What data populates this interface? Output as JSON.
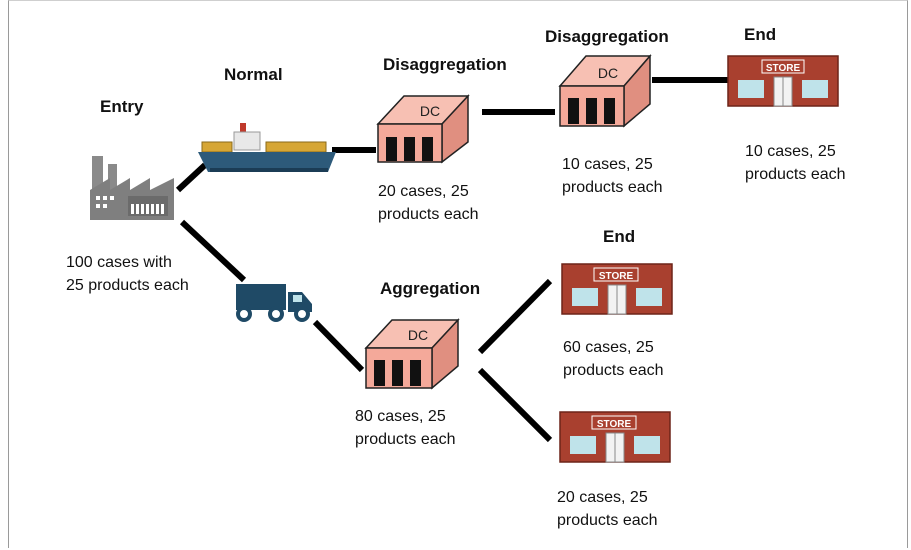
{
  "nodes": {
    "entry": {
      "label": "Entry",
      "note": [
        "100 cases with",
        "25 products each"
      ]
    },
    "ship": {
      "label": "Normal"
    },
    "dc_top_1": {
      "box_text": "DC",
      "label": "Disaggregation",
      "note": [
        "20 cases, 25",
        "products each"
      ]
    },
    "dc_top_2": {
      "box_text": "DC",
      "label": "Disaggregation",
      "note": [
        "10 cases, 25",
        "products each"
      ]
    },
    "store_top": {
      "sign": "STORE",
      "label": "End",
      "note": [
        "10 cases, 25",
        "products each"
      ]
    },
    "dc_bottom": {
      "box_text": "DC",
      "label": "Aggregation",
      "note": [
        "80 cases, 25",
        "products each"
      ]
    },
    "store_mid": {
      "sign": "STORE",
      "label": "End",
      "note": [
        "60 cases, 25",
        "products each"
      ]
    },
    "store_low": {
      "sign": "STORE",
      "note": [
        "20 cases, 25",
        "products each"
      ]
    }
  },
  "colors": {
    "dc_box": "#f4a99a",
    "dc_outline": "#222222",
    "store_wall": "#a9402f",
    "store_window": "#bfe3ea",
    "ship_hull": "#2d5a7a",
    "ship_cargo": "#d6a635",
    "truck": "#1f4a66",
    "factory": "#7f7f7f",
    "connector": "#000000"
  },
  "icons": {
    "factory": "factory-icon",
    "ship": "cargo-ship-icon",
    "truck": "truck-icon",
    "dc": "distribution-center-box-icon",
    "store": "store-icon"
  }
}
